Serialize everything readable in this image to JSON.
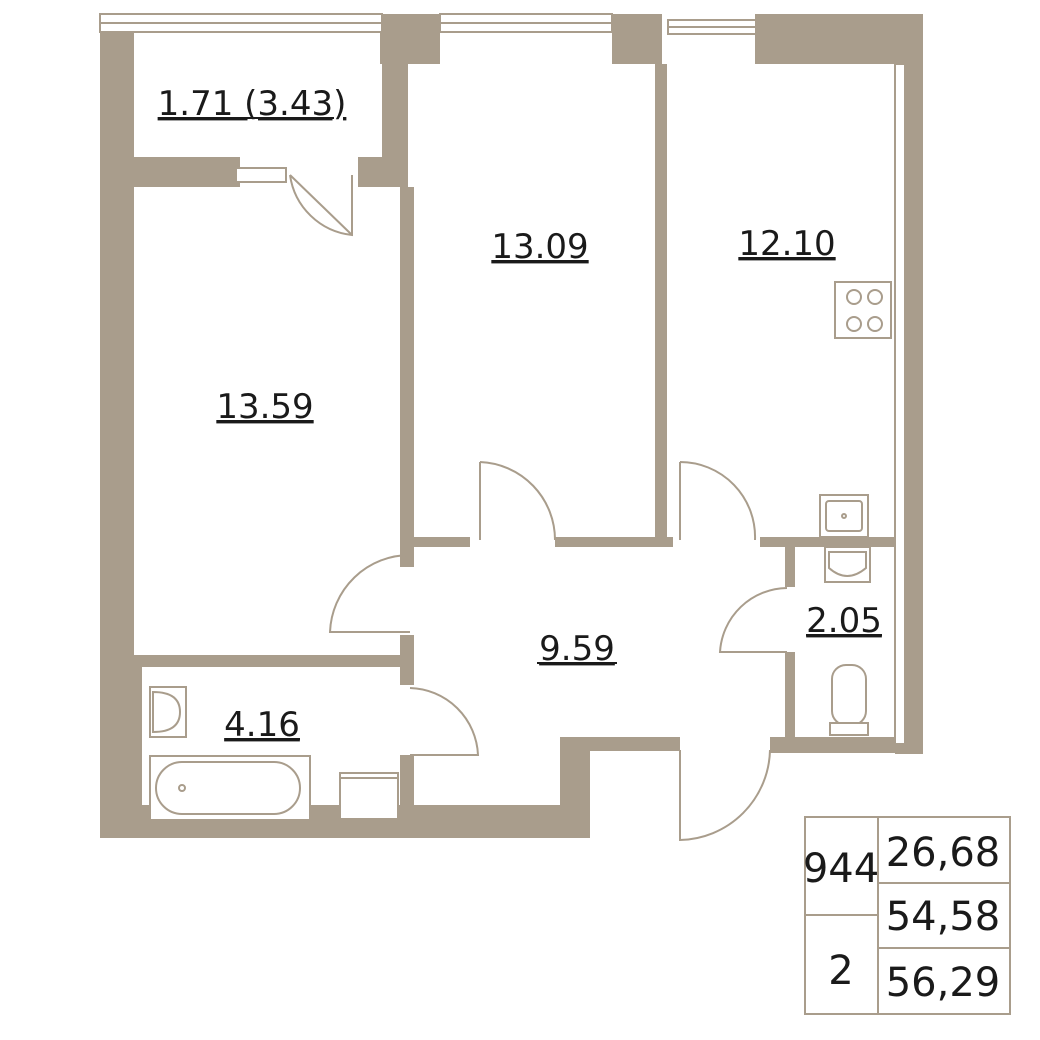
{
  "rooms": [
    {
      "id": "balcony",
      "label": "1.71  (3.43)"
    },
    {
      "id": "bedroom_left",
      "label": "13.59"
    },
    {
      "id": "bedroom_middle",
      "label": "13.09"
    },
    {
      "id": "kitchen",
      "label": "12.10"
    },
    {
      "id": "hallway",
      "label": "9.59"
    },
    {
      "id": "wc",
      "label": "2.05"
    },
    {
      "id": "bathroom",
      "label": "4.16"
    }
  ],
  "info": {
    "apartment_number": "944",
    "rooms_count": "2",
    "area_living": "26,68",
    "area_total": "54,58",
    "area_with_balcony": "56,29"
  },
  "colors": {
    "wall": "#a99d8c",
    "text": "#1a1a1a",
    "background": "#ffffff"
  }
}
